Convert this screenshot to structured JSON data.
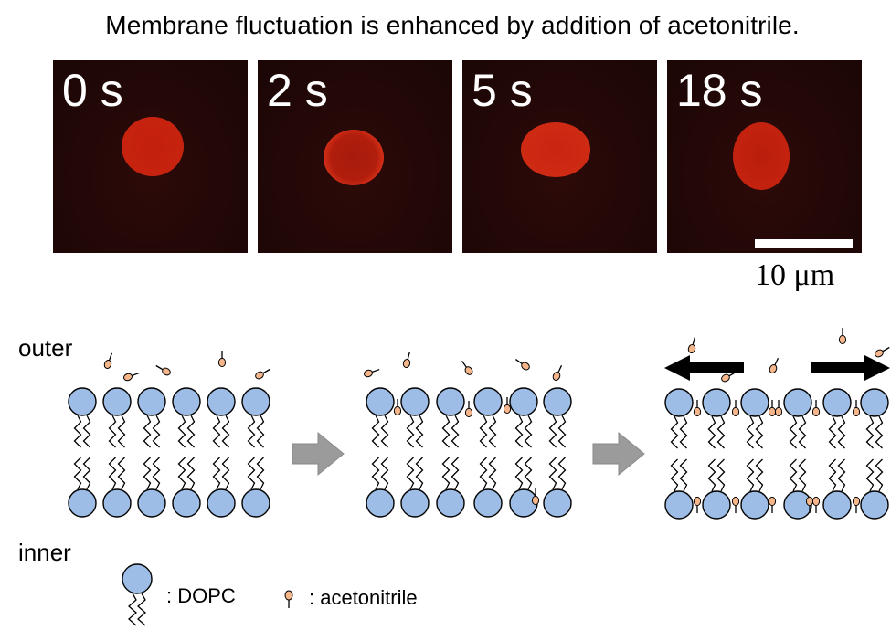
{
  "title": "Membrane fluctuation is enhanced by addition of acetonitrile.",
  "panels": [
    {
      "time": "0 s"
    },
    {
      "time": "2 s"
    },
    {
      "time": "5 s"
    },
    {
      "time": "18 s"
    }
  ],
  "scale_bar_label": "10 μm",
  "labels": {
    "outer": "outer",
    "inner": "inner"
  },
  "legend": {
    "dopc": ": DOPC",
    "acetonitrile": ": acetonitrile"
  },
  "colors": {
    "lipid_head": "#9dbde6",
    "acetonitrile": "#f5b68b",
    "arrow": "#9b9b9b",
    "vesicle": "#c8230e"
  }
}
